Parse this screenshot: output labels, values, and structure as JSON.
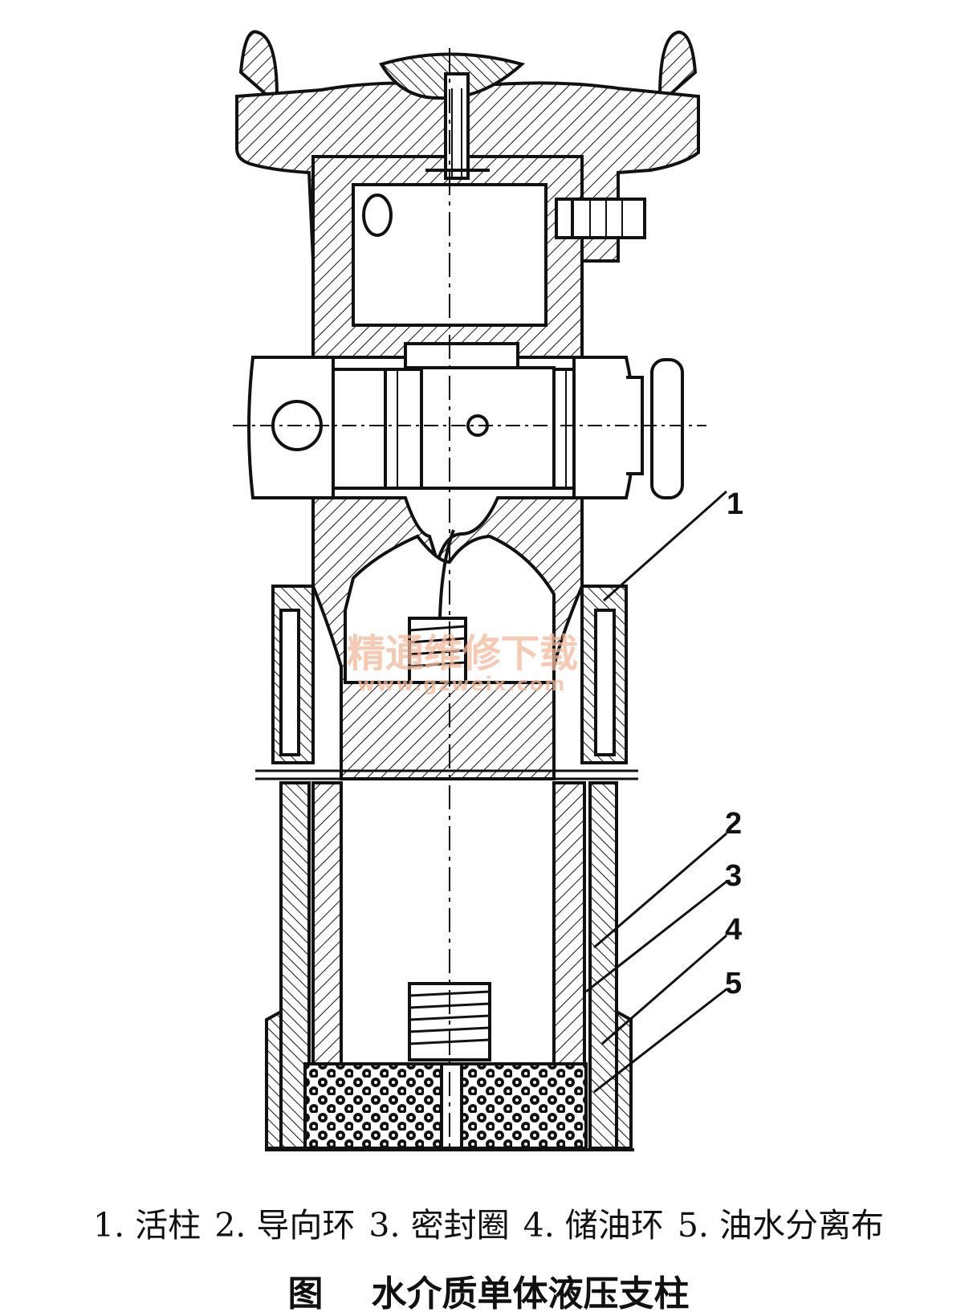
{
  "figure": {
    "caption_prefix": "图",
    "caption_title": "水介质单体液压支柱"
  },
  "legend": [
    {
      "number": "1",
      "label": "1. 活柱"
    },
    {
      "number": "2",
      "label": "2. 导向环"
    },
    {
      "number": "3",
      "label": "3. 密封圈"
    },
    {
      "number": "4",
      "label": "4. 储油环"
    },
    {
      "number": "5",
      "label": "5. 油水分离布"
    }
  ],
  "callouts": [
    "1",
    "2",
    "3",
    "4",
    "5"
  ],
  "watermark": {
    "text": "精通维修下载",
    "url": "www.gzweix.com"
  }
}
